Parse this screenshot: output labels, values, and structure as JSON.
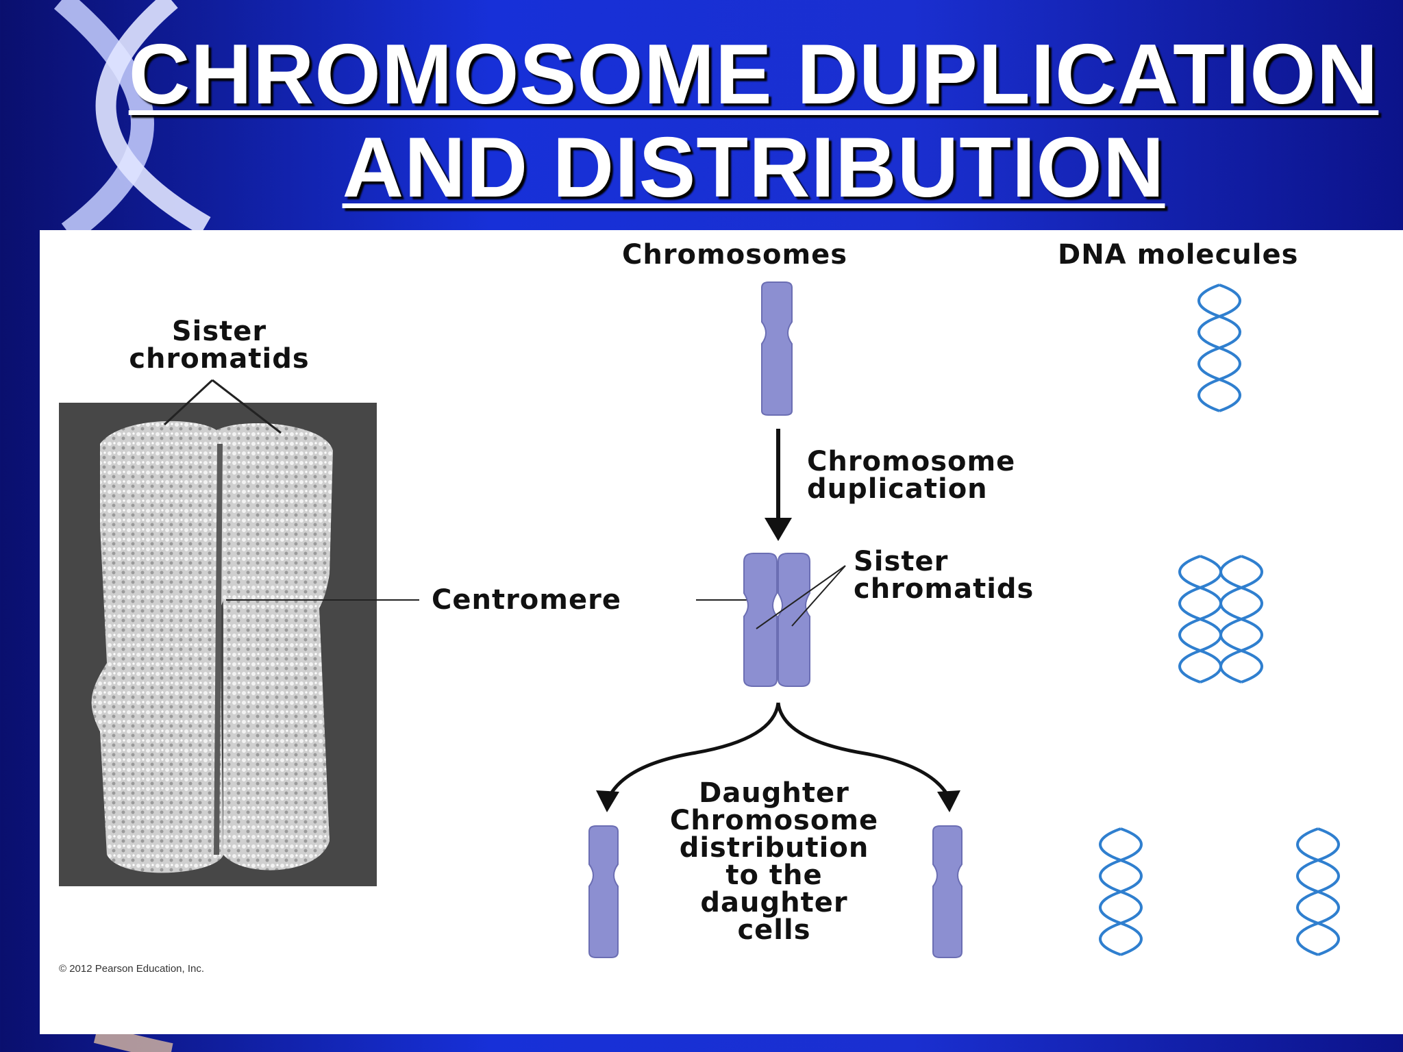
{
  "slide": {
    "title_line1": "CHROMOSOME DUPLICATION",
    "title_line2": "AND DISTRIBUTION"
  },
  "figure": {
    "photo_label_line1": "Sister",
    "photo_label_line2": "chromatids",
    "col_chromosomes": "Chromosomes",
    "col_dna": "DNA molecules",
    "step1_line1": "Chromosome",
    "step1_line2": "duplication",
    "sister_line1": "Sister",
    "sister_line2": "chromatids",
    "centromere": "Centromere",
    "step2_lines": [
      "Daughter",
      "Chromosome",
      "distribution",
      "to the",
      "daughter",
      "cells"
    ],
    "copyright": "© 2012 Pearson Education, Inc."
  },
  "colors": {
    "background_blue": "#1a2fd0",
    "chromosome_purple": "#8c8fd1",
    "dna_helix_blue": "#2f7fcf"
  }
}
